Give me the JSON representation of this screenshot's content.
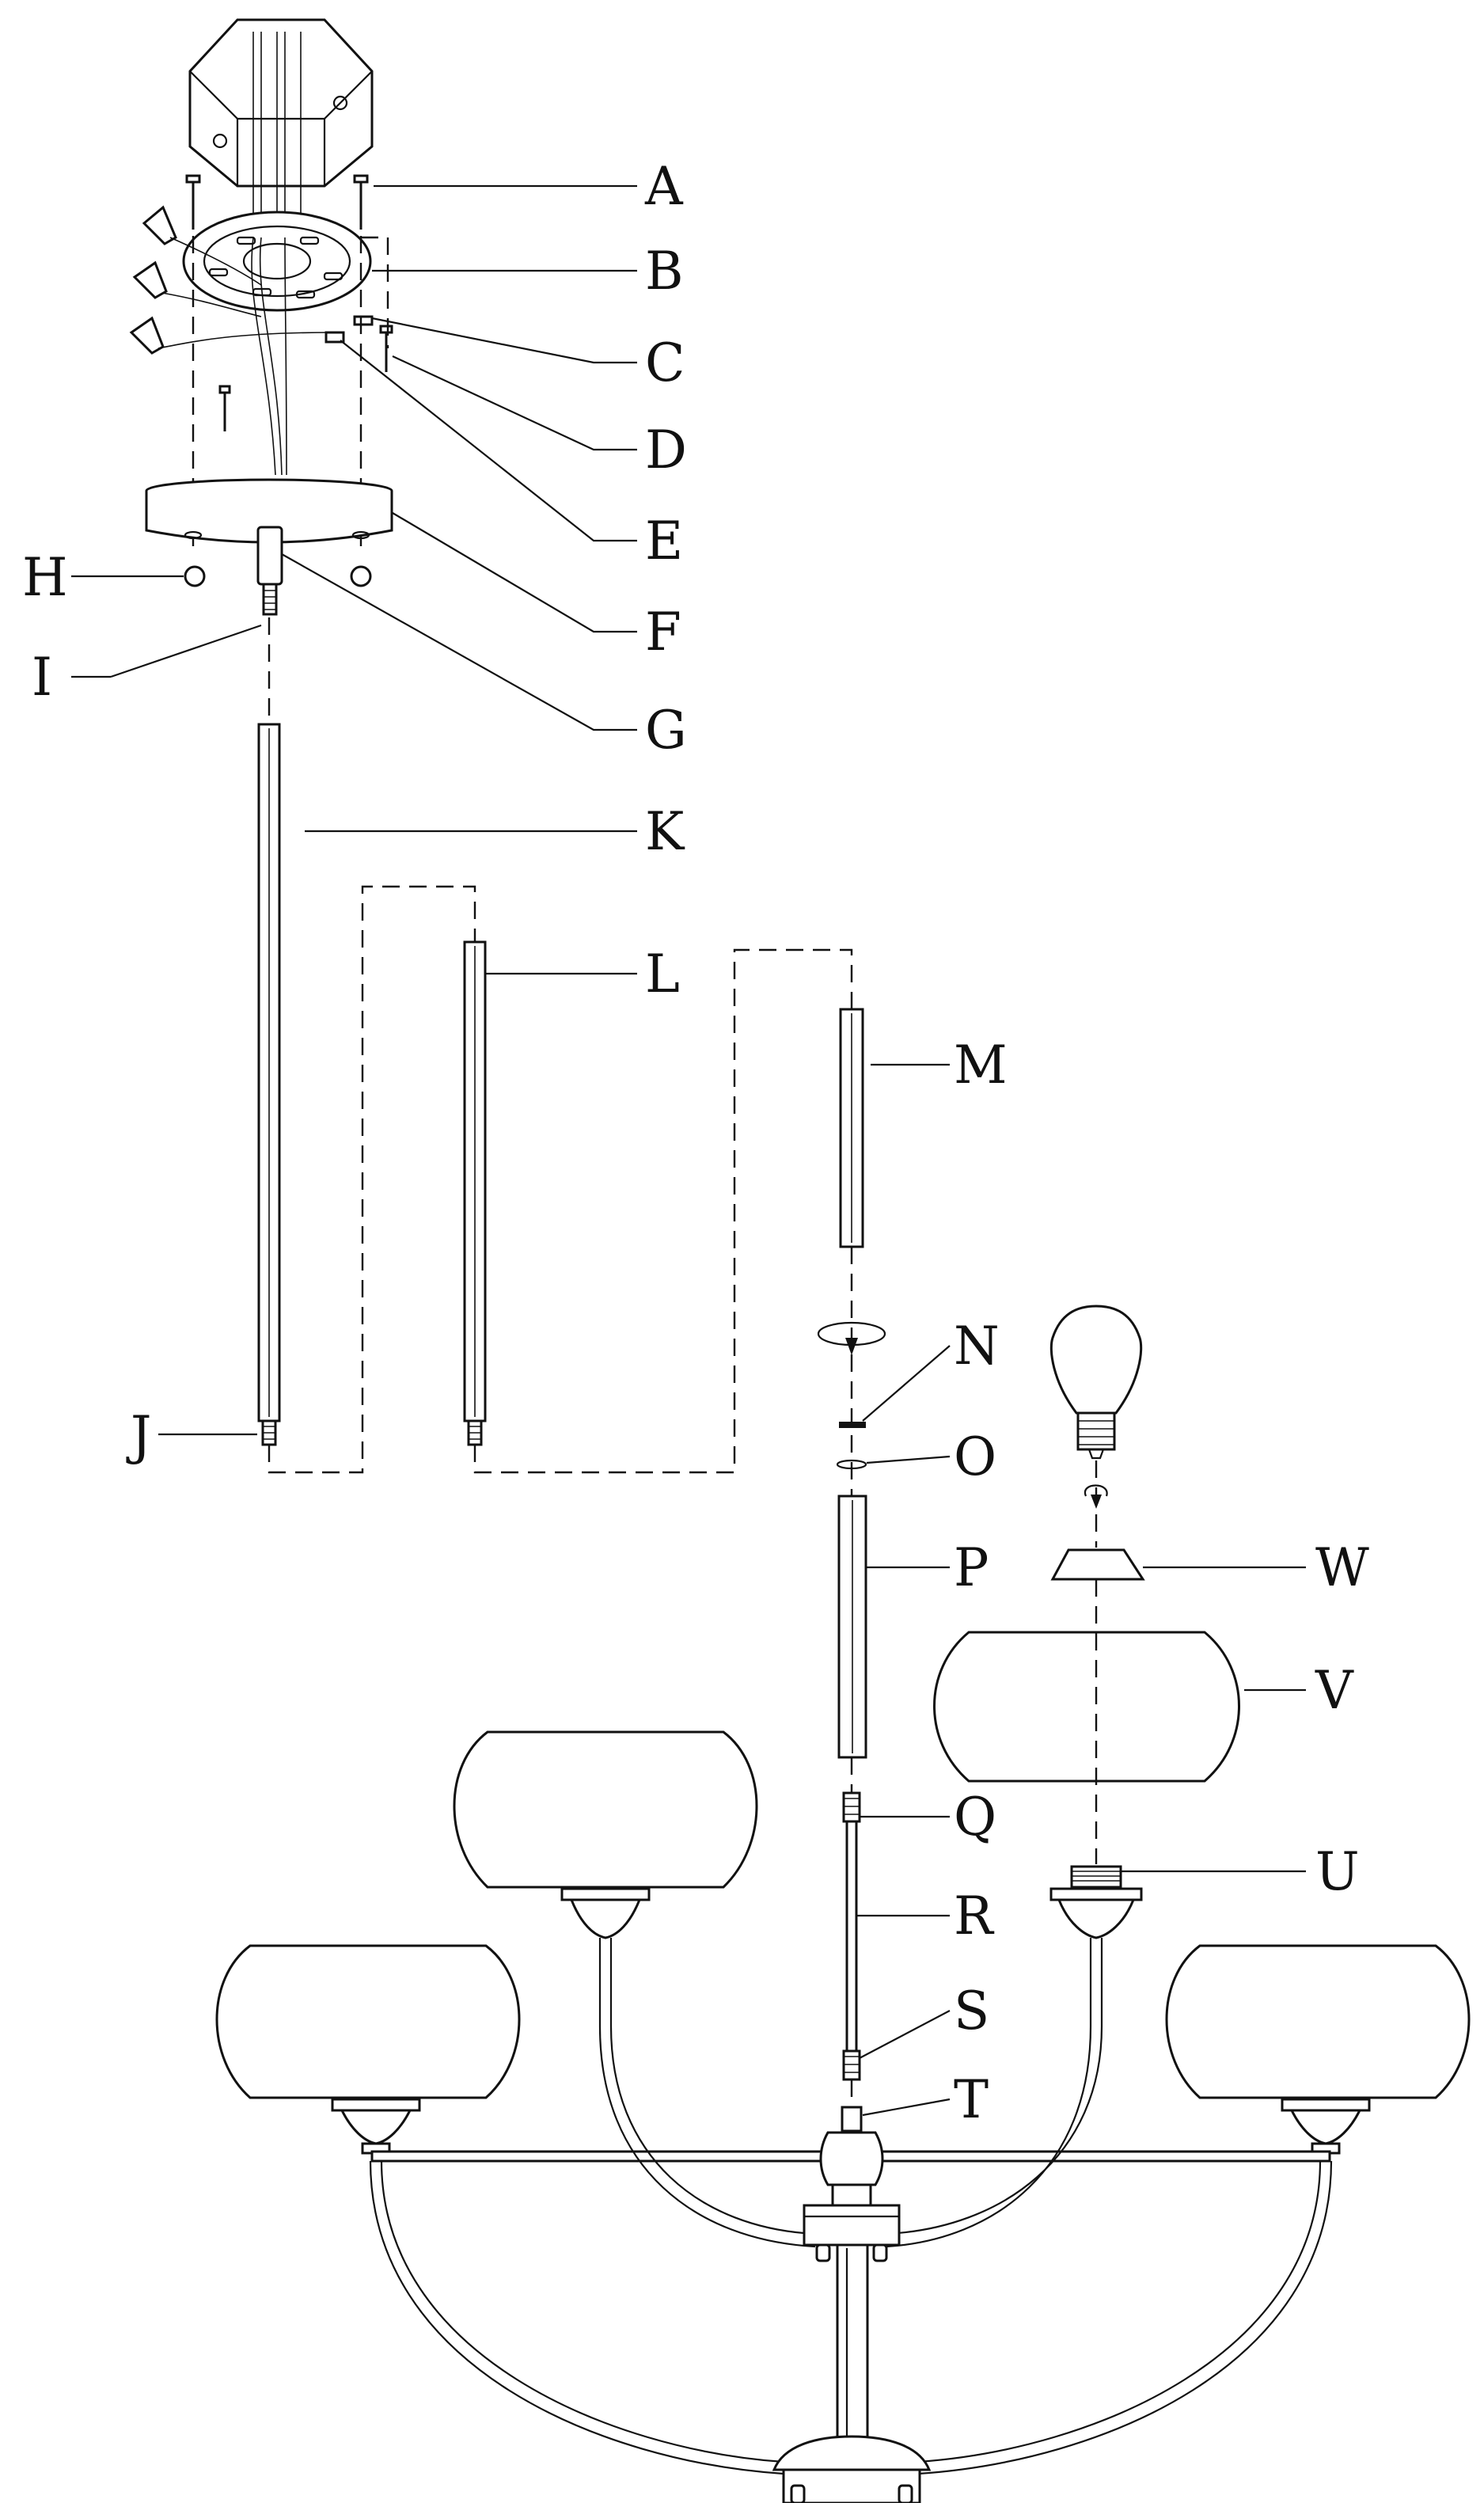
{
  "diagram": {
    "part_labels": [
      "A",
      "B",
      "C",
      "D",
      "E",
      "F",
      "G",
      "H",
      "I",
      "J",
      "K",
      "L",
      "M",
      "N",
      "O",
      "P",
      "Q",
      "R",
      "S",
      "T",
      "U",
      "V",
      "W"
    ]
  }
}
